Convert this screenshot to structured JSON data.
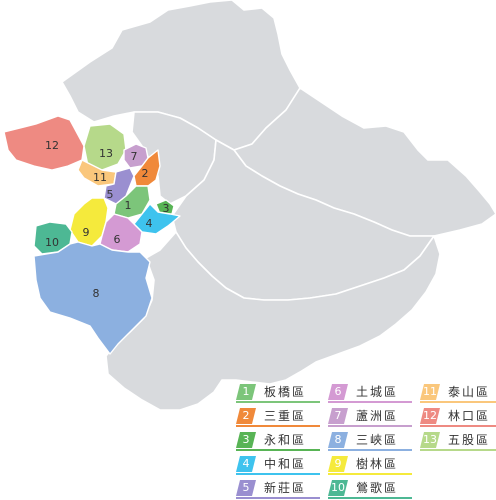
{
  "districts": [
    {
      "id": "1",
      "name": "板橋區",
      "color": "#7cc57a"
    },
    {
      "id": "2",
      "name": "三重區",
      "color": "#f0893a"
    },
    {
      "id": "3",
      "name": "永和區",
      "color": "#58b455"
    },
    {
      "id": "4",
      "name": "中和區",
      "color": "#3ec3ee"
    },
    {
      "id": "5",
      "name": "新莊區",
      "color": "#9a8fd0"
    },
    {
      "id": "6",
      "name": "土城區",
      "color": "#d49ad3"
    },
    {
      "id": "7",
      "name": "蘆洲區",
      "color": "#c79fce"
    },
    {
      "id": "8",
      "name": "三峽區",
      "color": "#8cb0e0"
    },
    {
      "id": "9",
      "name": "樹林區",
      "color": "#f5ea3c"
    },
    {
      "id": "10",
      "name": "鶯歌區",
      "color": "#4db894"
    },
    {
      "id": "11",
      "name": "泰山區",
      "color": "#fac77c"
    },
    {
      "id": "12",
      "name": "林口區",
      "color": "#ee8a82"
    },
    {
      "id": "13",
      "name": "五股區",
      "color": "#b6d98a"
    }
  ],
  "other_region_color": "#d8dadd"
}
